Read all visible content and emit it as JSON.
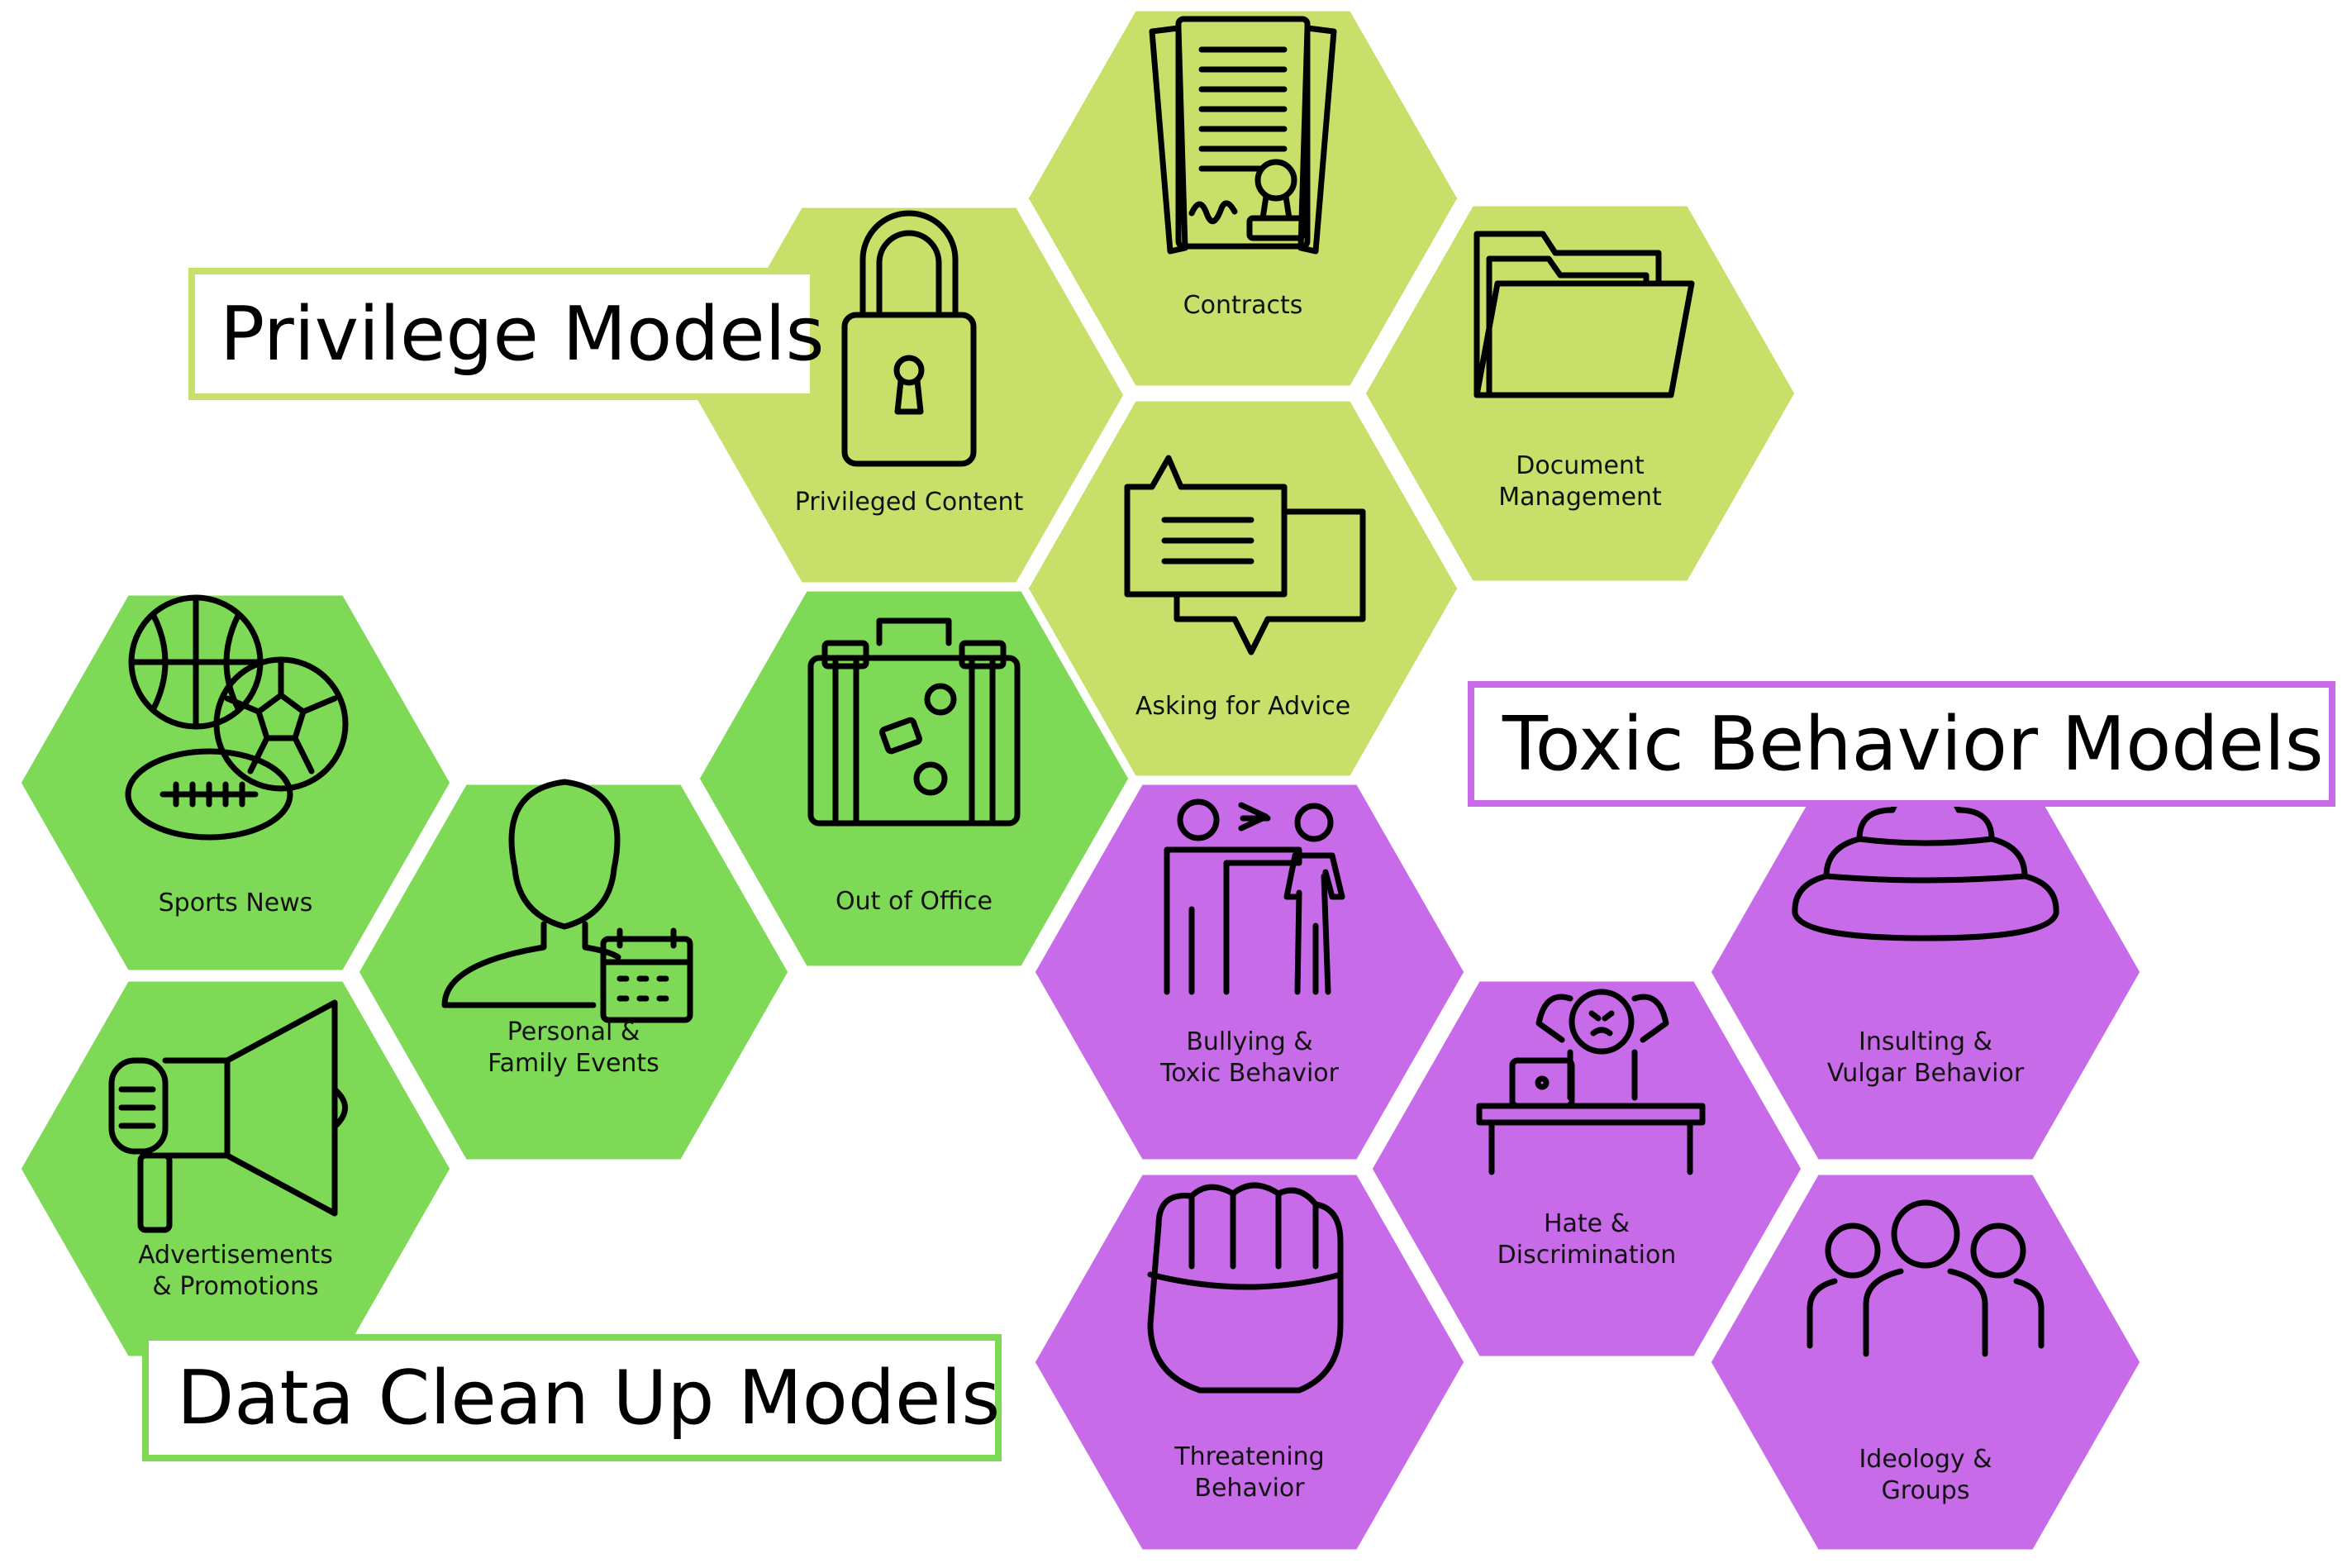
{
  "titles": {
    "privilege": "Privilege Models",
    "toxic": "Toxic Behavior Models",
    "cleanup": "Data Clean Up Models"
  },
  "colors": {
    "privilege": "#c8e06a",
    "cleanup": "#7ed957",
    "toxic": "#c86be8",
    "title_border_privilege": "#c8e06a",
    "title_border_toxic": "#c86be8",
    "title_border_cleanup": "#7ed957"
  },
  "tiles": [
    {
      "group": "privilege",
      "icon": "contract-icon",
      "lines": [
        "Contracts"
      ]
    },
    {
      "group": "privilege",
      "icon": "lock-icon",
      "lines": [
        "Privileged Content"
      ]
    },
    {
      "group": "privilege",
      "icon": "folder-icon",
      "lines": [
        "Document",
        "Management"
      ]
    },
    {
      "group": "privilege",
      "icon": "chat-bubbles-icon",
      "lines": [
        "Asking for Advice"
      ]
    },
    {
      "group": "cleanup",
      "icon": "suitcase-icon",
      "lines": [
        "Out of Office"
      ]
    },
    {
      "group": "cleanup",
      "icon": "sports-balls-icon",
      "lines": [
        "Sports News"
      ]
    },
    {
      "group": "cleanup",
      "icon": "person-calendar-icon",
      "lines": [
        "Personal &",
        "Family Events"
      ]
    },
    {
      "group": "cleanup",
      "icon": "megaphone-icon",
      "lines": [
        "Advertisements",
        "& Promotions"
      ]
    },
    {
      "group": "toxic",
      "icon": "bullying-icon",
      "lines": [
        "Bullying &",
        "Toxic Behavior"
      ]
    },
    {
      "group": "toxic",
      "icon": "frustrated-worker-icon",
      "lines": [
        "Hate &",
        "Discrimination"
      ]
    },
    {
      "group": "toxic",
      "icon": "poop-icon",
      "lines": [
        "Insulting &",
        "Vulgar Behavior"
      ]
    },
    {
      "group": "toxic",
      "icon": "fist-icon",
      "lines": [
        "Threatening",
        "Behavior"
      ]
    },
    {
      "group": "toxic",
      "icon": "group-people-icon",
      "lines": [
        "Ideology &",
        "Groups"
      ]
    }
  ]
}
